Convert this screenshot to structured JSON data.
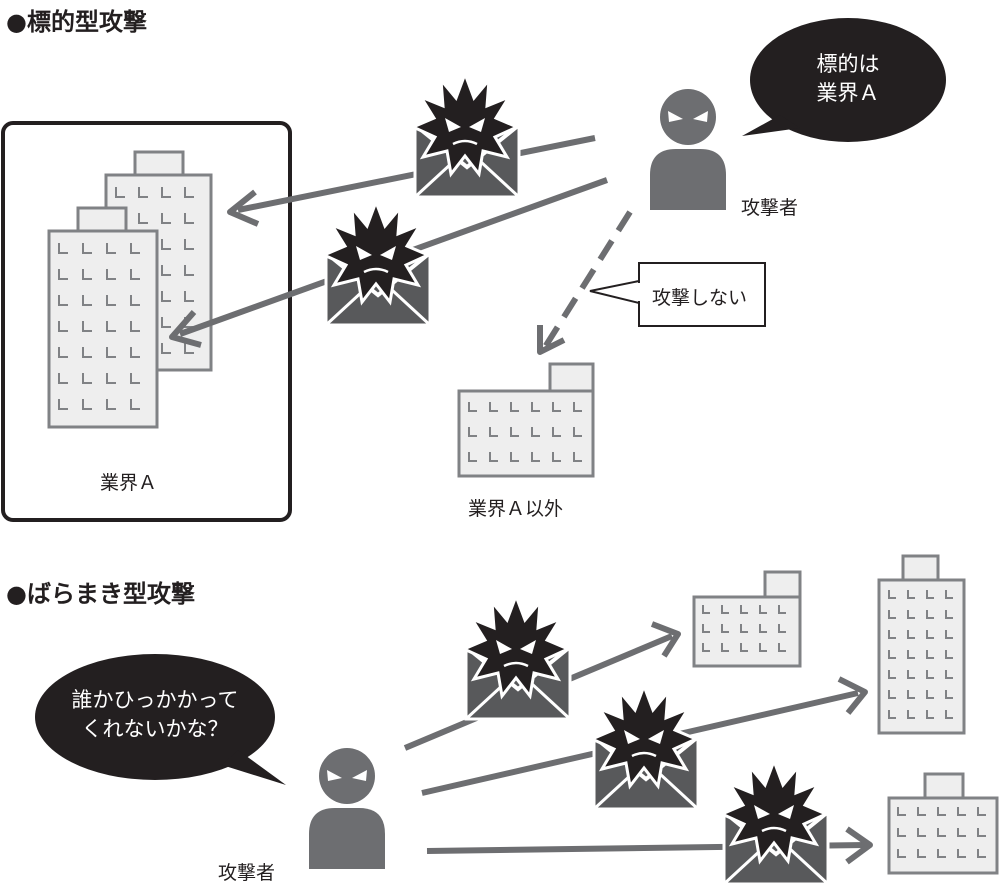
{
  "targeted": {
    "heading": "●標的型攻撃",
    "bubble_line1": "標的は",
    "bubble_line2": "業界Ａ",
    "attacker_label": "攻撃者",
    "callout_label": "攻撃しない",
    "group_label": "業界Ａ",
    "other_label": "業界Ａ以外"
  },
  "scattered": {
    "heading": "●ばらまき型攻撃",
    "bubble_line1": "誰かひっかかって",
    "bubble_line2": "くれないかな？",
    "attacker_label": "攻撃者"
  },
  "colors": {
    "arrow": "#6d6e71",
    "building_fill": "#eeeeee",
    "building_stroke": "#808285",
    "person": "#6d6e71",
    "bubble": "#231f20",
    "virus": "#231f20"
  }
}
